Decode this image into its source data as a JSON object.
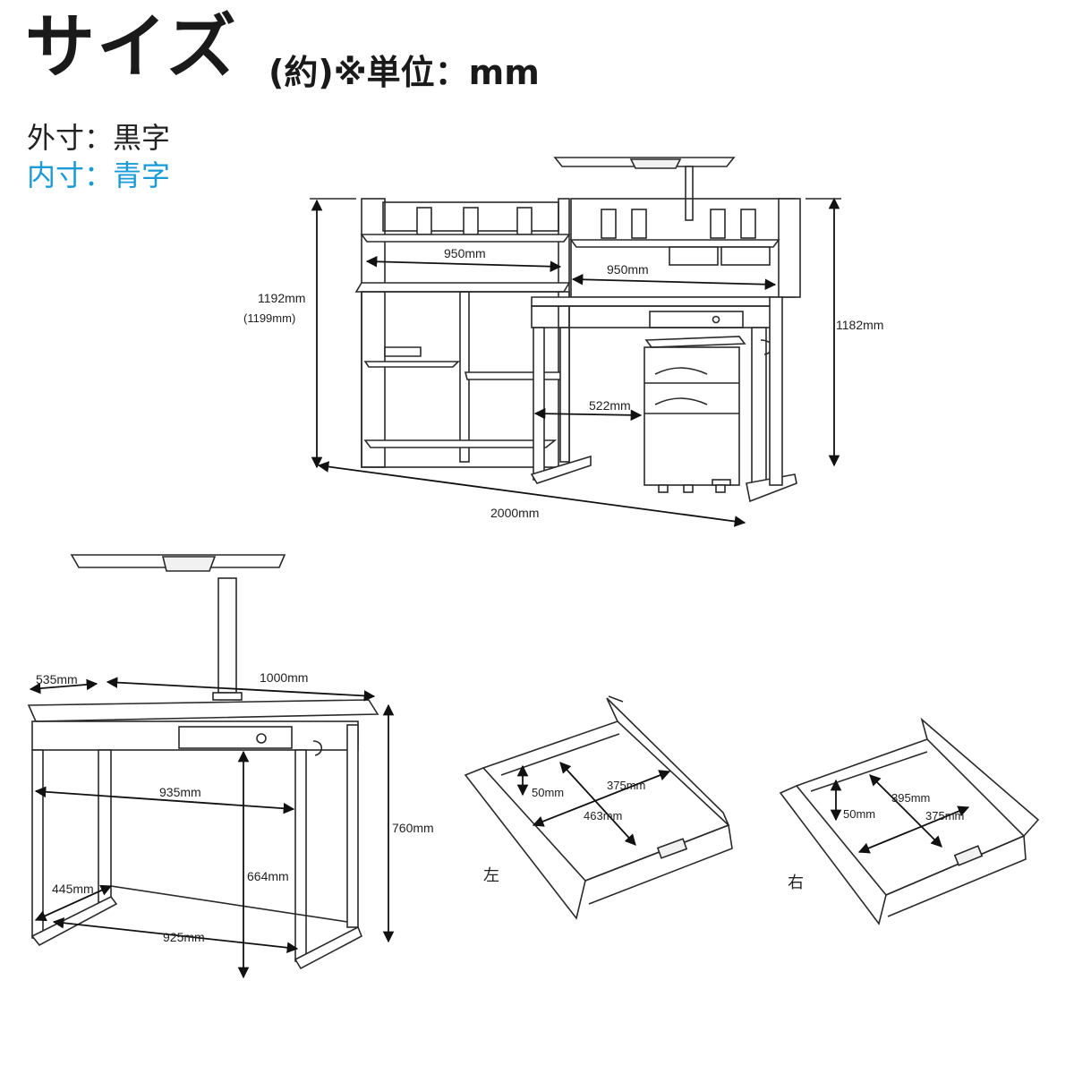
{
  "header": {
    "title": "サイズ",
    "subtitle": "(約)※単位：mm"
  },
  "legend": {
    "outer": "外寸：黒字",
    "inner": "内寸：青字",
    "outer_color": "#222222",
    "inner_color": "#1a9ad6"
  },
  "full_set": {
    "width_shelf_left": "950mm",
    "width_shelf_right": "950mm",
    "height_left": "1192mm",
    "height_left_alt": "(1199mm)",
    "height_right": "1182mm",
    "inner_gap": "522mm",
    "total_width": "2000mm"
  },
  "desk": {
    "depth": "535mm",
    "width": "1000mm",
    "height": "760mm",
    "inner_width_top": "935mm",
    "inner_height": "664mm",
    "inner_depth": "445mm",
    "inner_width_bottom": "925mm"
  },
  "drawer_left": {
    "label": "左",
    "height": "50mm",
    "depth": "375mm",
    "width": "463mm"
  },
  "drawer_right": {
    "label": "右",
    "height": "50mm",
    "width": "395mm",
    "depth": "375mm"
  }
}
